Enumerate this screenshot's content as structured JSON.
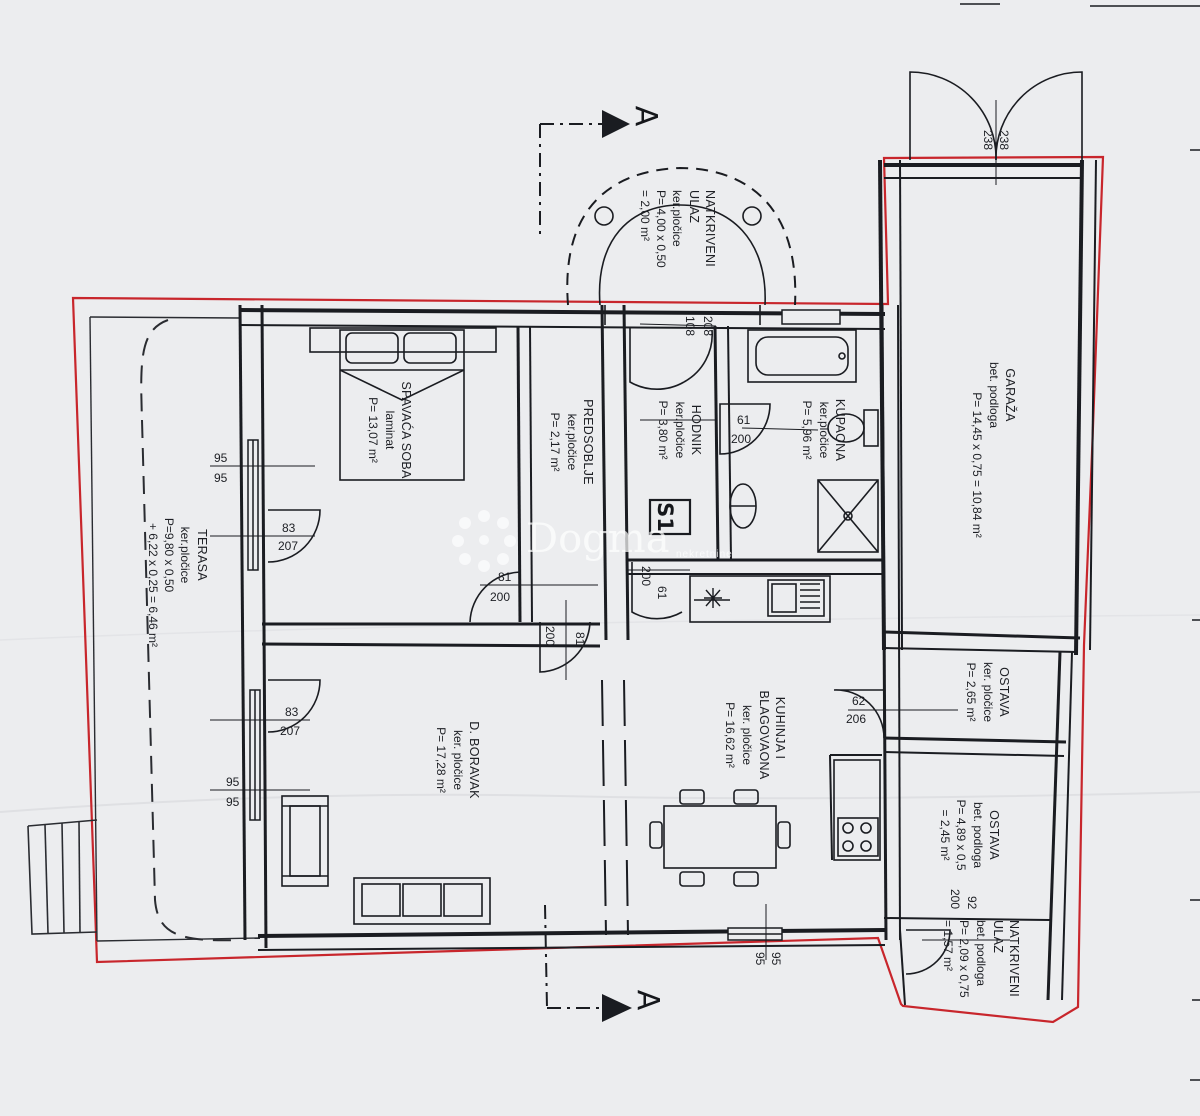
{
  "rooms": {
    "terasa": {
      "name": "TERASA",
      "l1": "ker.pločice",
      "l2": "P=9,80 x 0,50",
      "l3": "+ 6,22 x 0,25 = 6,46 m²"
    },
    "spavaca": {
      "name": "SPAVAĆA SOBA",
      "l1": "laminat",
      "l2": "P= 13,07 m²"
    },
    "predsoblje": {
      "name": "PREDSOBLJE",
      "l1": "ker.pločice",
      "l2": "P= 2,17 m²"
    },
    "hodnik": {
      "name": "HODNIK",
      "l1": "ker.pločice",
      "l2": "P= 3,80 m²"
    },
    "kupaona": {
      "name": "KUPAONA",
      "l1": "ker.pločice",
      "l2": "P= 5,96 m²"
    },
    "garaza": {
      "name": "GARAŽA",
      "l1": "bet. podloga",
      "l2": "P= 14,45 x 0,75 = 10,84 m²"
    },
    "natkriveni1": {
      "name1": "NATKRIVENI",
      "name2": "ULAZ",
      "l1": "ker.pločice",
      "l2": "P= 4,00 x 0,50",
      "l3": "= 2,00 m²"
    },
    "boravak": {
      "name": "D. BORAVAK",
      "l1": "ker. pločice",
      "l2": "P= 17,28 m²"
    },
    "kuhinja": {
      "name1": "KUHINJA I",
      "name2": "BLAGOVAONA",
      "l1": "ker. pločice",
      "l2": "P= 16,62 m²"
    },
    "ostava1": {
      "name": "OSTAVA",
      "l1": "ker. pločice",
      "l2": "P= 2,65 m²"
    },
    "ostava2": {
      "name": "OSTAVA",
      "l1": "bet. podloga",
      "l2": "P= 4,89 x 0,5",
      "l3": "= 2,45 m²"
    },
    "natkriveni2": {
      "name1": "NATKRIVENI",
      "name2": "ULAZ",
      "l1": "bet. podloga",
      "l2": "P= 2,09 x 0,75",
      "l3": "= 1,57 m²"
    }
  },
  "dims": {
    "w95a_t": "95",
    "w95a_b": "95",
    "d83a_t": "83",
    "d83a_b": "207",
    "d81a_t": "81",
    "d81a_b": "200",
    "d81b_t": "81",
    "d81b_b": "200",
    "d83b_t": "83",
    "d83b_b": "207",
    "w95b_t": "95",
    "w95b_b": "95",
    "d108_t": "108",
    "d108_b": "208",
    "d61a_t": "61",
    "d61a_b": "200",
    "d61b_t": "61",
    "d61b_b": "200",
    "d62_t": "62",
    "d62_b": "206",
    "w95c_t": "95",
    "w95c_b": "95",
    "g238_t": "238",
    "g238_b": "238",
    "d92_t": "92",
    "d92_b": "200"
  },
  "markers": {
    "section_top": "A",
    "section_bottom": "A",
    "s1": "S1"
  },
  "watermark": {
    "brand": "Dogma",
    "sub": "nekretnine"
  },
  "colors": {
    "outline_red": "#c8262c",
    "wall": "#1a1c21",
    "paper": "#ecedef"
  }
}
